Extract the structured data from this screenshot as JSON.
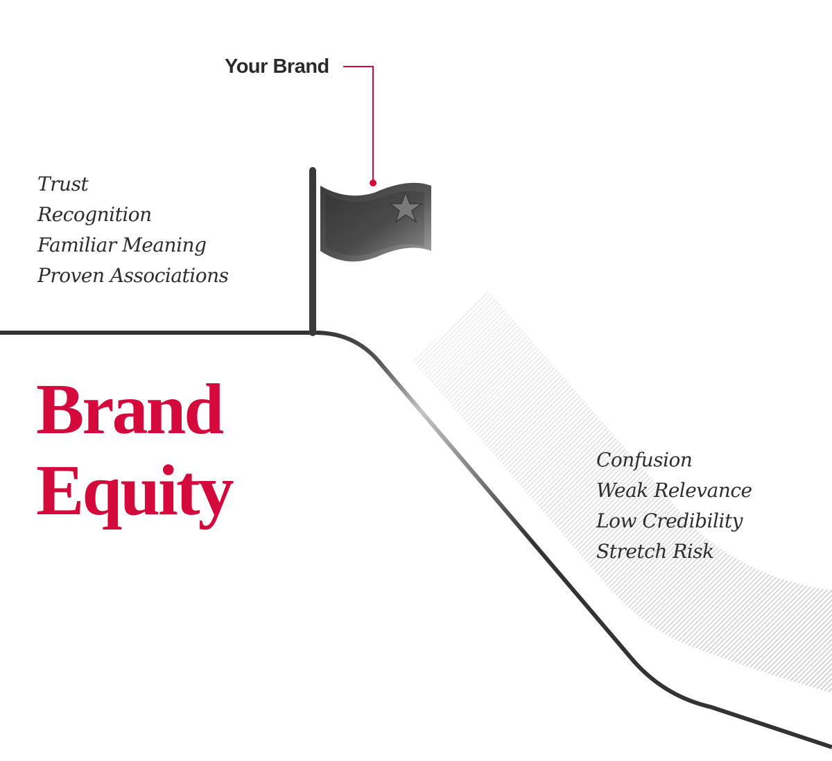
{
  "callout": {
    "label": "Your Brand"
  },
  "strengths": [
    "Trust",
    "Recognition",
    "Familiar Meaning",
    "Proven Associations"
  ],
  "risks": [
    "Confusion",
    "Weak Relevance",
    "Low Credibility",
    "Stretch Risk"
  ],
  "title": {
    "line1": "Brand",
    "line2": "Equity"
  },
  "colors": {
    "accent": "#d40a3c",
    "line": "#333333",
    "text": "#2d2d2d"
  },
  "icons": {
    "flag": "flag-with-star-icon"
  }
}
